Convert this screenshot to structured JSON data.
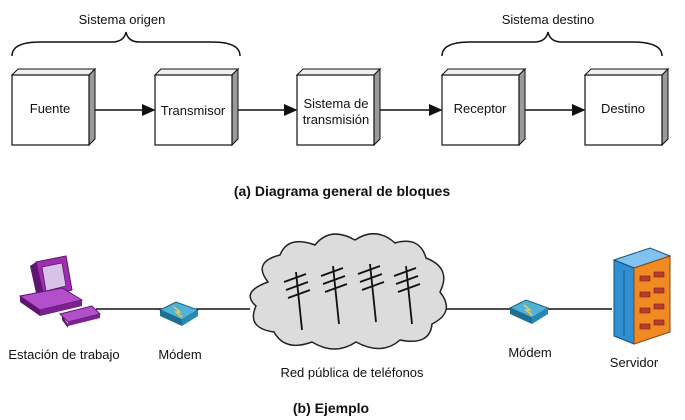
{
  "diagram_a": {
    "brace_left_label": "Sistema origen",
    "brace_right_label": "Sistema destino",
    "blocks": [
      {
        "lines": [
          "Fuente"
        ]
      },
      {
        "lines": [
          "Transmisor"
        ]
      },
      {
        "lines": [
          "Sistema de",
          "transmisión"
        ]
      },
      {
        "lines": [
          "Receptor"
        ]
      },
      {
        "lines": [
          "Destino"
        ]
      }
    ],
    "caption": "(a) Diagrama general de bloques"
  },
  "diagram_b": {
    "workstation_label": "Estación de trabajo",
    "modem_left_label": "Módem",
    "network_label": "Red pública de teléfonos",
    "modem_right_label": "Módem",
    "server_label": "Servidor",
    "caption": "(b) Ejemplo"
  },
  "colors": {
    "computer": "#9b2fb0",
    "computer_dark": "#5e1670",
    "modem": "#4fb3d9",
    "cloud": "#dcdcdc",
    "server_front": "#2f8fd0",
    "server_side": "#f08a24"
  }
}
